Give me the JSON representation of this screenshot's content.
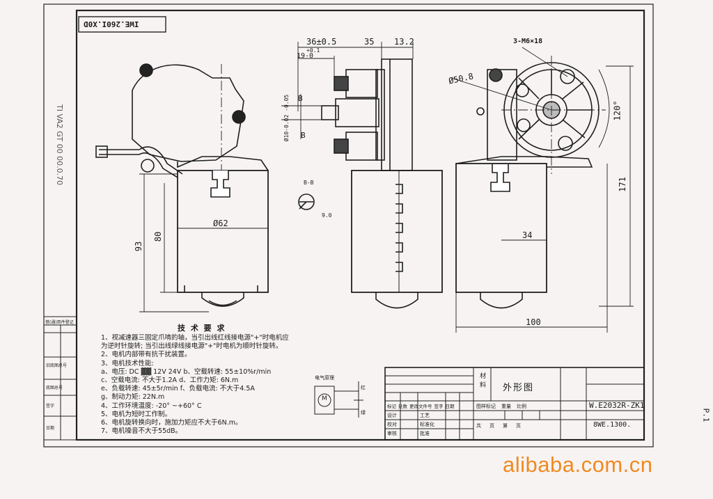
{
  "drawing_no_stamp": "IWE.260I.X0D",
  "side_handwriting": "TI VA2 GT 00 00.0.70",
  "dimensions": {
    "d36": "36±0.5",
    "d35": "35",
    "d13": "13.2",
    "d19": "19-0",
    "d19_tol": "+0.1",
    "thread": "3-M6×18",
    "d50": "Ø50.8",
    "d120": "120°",
    "d171": "171",
    "d62": "Ø62",
    "d93": "93",
    "d80": "80",
    "d34": "34",
    "d100": "100",
    "d10": "Ø10-0.02 -0.05",
    "bb": "B-B",
    "b_top": "B",
    "b_bot": "B",
    "flat": "9.0"
  },
  "requirements": {
    "title": "技 术 要 求",
    "lines": [
      "1、视减速器三固定爪啃的轴，当引出线红线接电源\"+\"时电机应",
      "    为逆时针旋转; 当引出线绿线接电源\"+\"时电机为顺时针旋转。",
      "2、电机内部带有抗干扰装置。",
      "3、电机技术性能:",
      "   a、电压: DC ▓▓ 12V 24V          b、空载转速: 55±10%r/min",
      "   c、空载电流: 不大于1.2A            d、工作力矩: 6N.m",
      "   e、负载转速: 45±5r/min            f、负载电流: 不大于4.5A",
      "   g、制动力矩: 22N.m",
      "4、工作环境温度: -20° ~+60° C",
      "5、电机为短时工作制。",
      "6、电机旋转换向时，施加力矩应不大于6N.m。",
      "7、电机噪音不大于55dB。"
    ]
  },
  "schematic_label": "电气原理",
  "schematic_marks": [
    "红",
    "绿",
    "M"
  ],
  "title_block": {
    "material_label": "材料",
    "name": "外形图",
    "drawing_no": "W.E2032R-ZK1",
    "scale_label": "8WE.1300.",
    "row_labels": [
      "标记",
      "处数",
      "更改文件号",
      "签字",
      "日期",
      "设计",
      "校对",
      "审核",
      "工艺",
      "标准化",
      "批准"
    ],
    "col_labels": [
      "图样标记",
      "重量",
      "比例",
      "共",
      "页",
      "第",
      "页"
    ]
  },
  "left_strip": [
    "借(通)用件登记",
    "旧底图总号",
    "底图总号",
    "签字",
    "日期"
  ],
  "page_no": "P.1",
  "watermark": "alibaba.com.cn"
}
